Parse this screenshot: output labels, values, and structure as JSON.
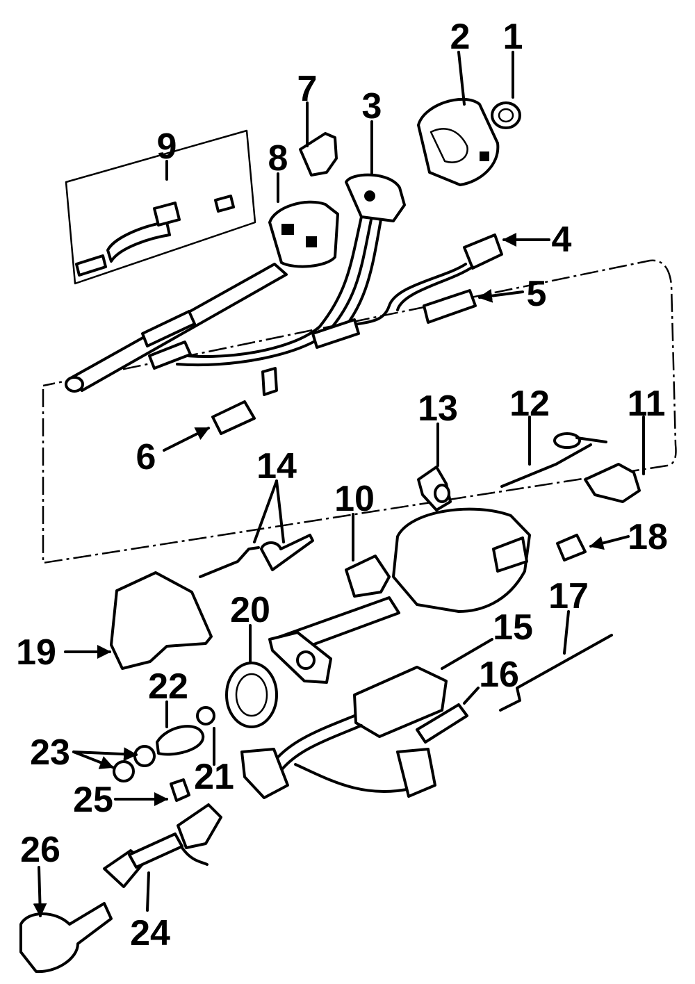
{
  "callouts": [
    {
      "label": "1"
    },
    {
      "label": "2"
    },
    {
      "label": "3"
    },
    {
      "label": "4"
    },
    {
      "label": "5"
    },
    {
      "label": "6"
    },
    {
      "label": "7"
    },
    {
      "label": "8"
    },
    {
      "label": "9"
    },
    {
      "label": "10"
    },
    {
      "label": "11"
    },
    {
      "label": "12"
    },
    {
      "label": "13"
    },
    {
      "label": "14"
    },
    {
      "label": "15"
    },
    {
      "label": "16"
    },
    {
      "label": "17"
    },
    {
      "label": "18"
    },
    {
      "label": "19"
    },
    {
      "label": "20"
    },
    {
      "label": "21"
    },
    {
      "label": "22"
    },
    {
      "label": "23"
    },
    {
      "label": "24"
    },
    {
      "label": "25"
    },
    {
      "label": "26"
    }
  ],
  "colors": {
    "ink": "#000000",
    "paper": "#ffffff"
  }
}
